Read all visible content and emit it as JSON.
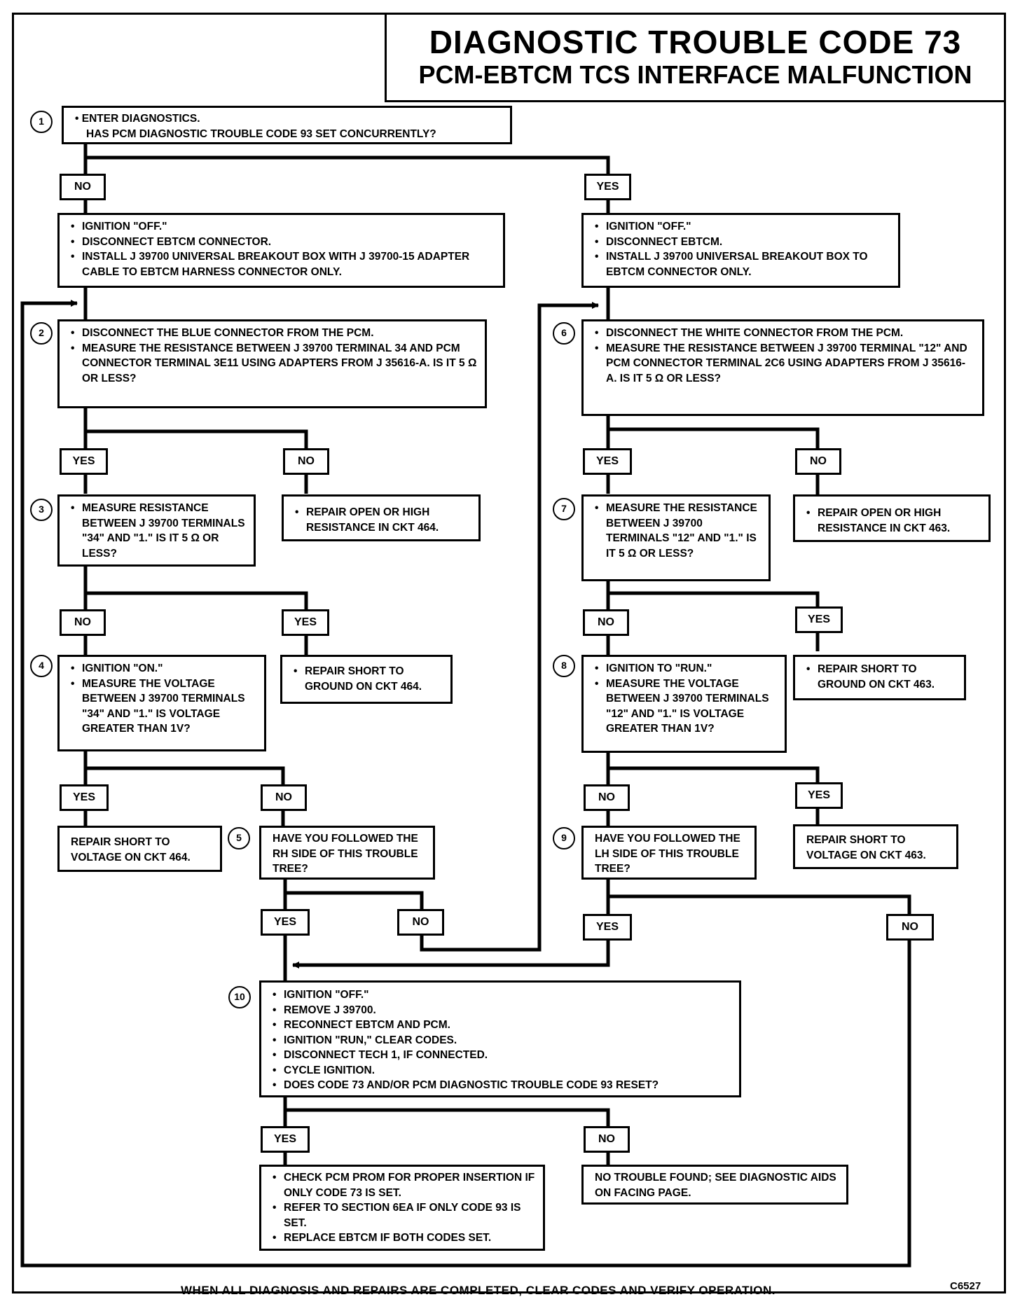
{
  "title": {
    "line1": "DIAGNOSTIC TROUBLE CODE 73",
    "line2": "PCM-EBTCM TCS INTERFACE MALFUNCTION"
  },
  "steps": {
    "s1": "1",
    "s2": "2",
    "s3": "3",
    "s4": "4",
    "s5": "5",
    "s6": "6",
    "s7": "7",
    "s8": "8",
    "s9": "9",
    "s10": "10"
  },
  "boxes": {
    "b1": [
      "• ENTER DIAGNOSTICS.",
      "HAS PCM DIAGNOSTIC TROUBLE CODE 93 SET CONCURRENTLY?"
    ],
    "left_prep": [
      "IGNITION \"OFF.\"",
      "DISCONNECT EBTCM CONNECTOR.",
      "INSTALL J 39700 UNIVERSAL BREAKOUT BOX WITH J 39700-15 ADAPTER CABLE TO EBTCM HARNESS CONNECTOR ONLY."
    ],
    "right_prep": [
      "IGNITION \"OFF.\"",
      "DISCONNECT EBTCM.",
      "INSTALL J 39700 UNIVERSAL BREAKOUT BOX TO EBTCM CONNECTOR ONLY."
    ],
    "b2": [
      "DISCONNECT THE BLUE CONNECTOR FROM THE PCM.",
      "MEASURE THE RESISTANCE BETWEEN J 39700 TERMINAL 34 AND PCM CONNECTOR TERMINAL 3E11 USING ADAPTERS FROM J 35616-A. IS IT 5 Ω OR LESS?"
    ],
    "b6": [
      "DISCONNECT THE WHITE CONNECTOR FROM THE PCM.",
      "MEASURE THE RESISTANCE BETWEEN J 39700 TERMINAL \"12\" AND PCM CONNECTOR TERMINAL 2C6 USING ADAPTERS FROM J 35616-A. IS IT 5 Ω OR LESS?"
    ],
    "b3": [
      "MEASURE RESISTANCE BETWEEN J 39700 TERMINALS \"34\" AND \"1.\" IS IT 5 Ω OR LESS?"
    ],
    "repair_464_open": [
      "REPAIR OPEN OR HIGH RESISTANCE IN CKT 464."
    ],
    "b7": [
      "MEASURE THE RESISTANCE BETWEEN J 39700 TERMINALS \"12\" AND \"1.\" IS IT 5 Ω OR LESS?"
    ],
    "repair_463_open": [
      "REPAIR OPEN OR HIGH RESISTANCE IN CKT 463."
    ],
    "b4": [
      "IGNITION \"ON.\"",
      "MEASURE THE VOLTAGE BETWEEN J 39700 TERMINALS \"34\" AND \"1.\" IS VOLTAGE GREATER THAN 1V?"
    ],
    "repair_464_ground": [
      "REPAIR SHORT TO GROUND ON CKT 464."
    ],
    "b8": [
      "IGNITION TO \"RUN.\"",
      "MEASURE THE VOLTAGE BETWEEN J 39700 TERMINALS \"12\" AND \"1.\" IS VOLTAGE GREATER THAN 1V?"
    ],
    "repair_463_ground": [
      "REPAIR SHORT TO GROUND ON CKT 463."
    ],
    "repair_464_voltage": "REPAIR SHORT TO VOLTAGE ON CKT 464.",
    "b5": "HAVE YOU FOLLOWED THE RH SIDE OF THIS TROUBLE TREE?",
    "b9": "HAVE YOU FOLLOWED THE LH SIDE OF THIS TROUBLE TREE?",
    "repair_463_voltage": "REPAIR SHORT TO VOLTAGE ON CKT 463.",
    "b10": [
      "IGNITION \"OFF.\"",
      "REMOVE J 39700.",
      "RECONNECT EBTCM AND PCM.",
      "IGNITION \"RUN,\" CLEAR CODES.",
      "DISCONNECT TECH 1, IF CONNECTED.",
      "CYCLE IGNITION.",
      "DOES CODE 73 AND/OR PCM DIAGNOSTIC TROUBLE CODE 93 RESET?"
    ],
    "final_yes": [
      "CHECK PCM PROM FOR PROPER INSERTION IF ONLY CODE 73 IS SET.",
      "REFER TO SECTION 6EA IF ONLY CODE 93 IS SET.",
      "REPLACE EBTCM IF BOTH CODES SET."
    ],
    "final_no": "NO TROUBLE FOUND; SEE DIAGNOSTIC AIDS ON FACING PAGE."
  },
  "labels": {
    "yes": "YES",
    "no": "NO"
  },
  "footer": "WHEN ALL DIAGNOSIS AND REPAIRS ARE COMPLETED, CLEAR CODES AND VERIFY OPERATION.",
  "code": "C6527"
}
